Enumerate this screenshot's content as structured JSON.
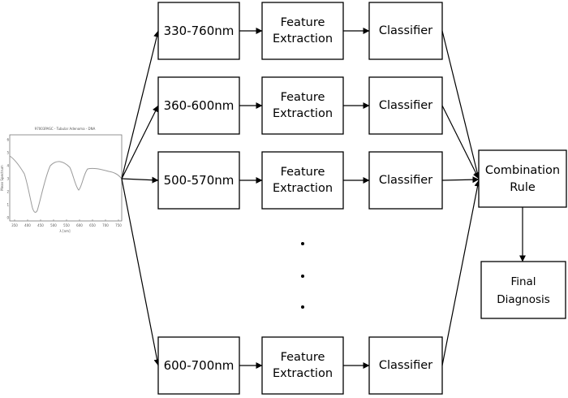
{
  "spectrum_plot": {
    "title": "97003PASC - Tubular Adenoma - DNA",
    "ylabel": "Mean Spectrum",
    "xlabel": "λ [nm]",
    "xticks": [
      "350",
      "400",
      "450",
      "500",
      "550",
      "600",
      "650",
      "700",
      "750"
    ],
    "yticks": [
      "0",
      "1",
      "2",
      "3",
      "4",
      "5",
      "6"
    ],
    "curve_color": "#9a9a9a"
  },
  "branches": [
    {
      "range": "330-760nm",
      "feature": [
        "Feature",
        "Extraction"
      ],
      "classifier": "Classifier"
    },
    {
      "range": "360-600nm",
      "feature": [
        "Feature",
        "Extraction"
      ],
      "classifier": "Classifier"
    },
    {
      "range": "500-570nm",
      "feature": [
        "Feature",
        "Extraction"
      ],
      "classifier": "Classifier"
    },
    {
      "range": "600-700nm",
      "feature": [
        "Feature",
        "Extraction"
      ],
      "classifier": "Classifier"
    }
  ],
  "ellipsis": "...",
  "combination": [
    "Combination",
    "Rule"
  ],
  "final": [
    "Final",
    "Diagnosis"
  ]
}
